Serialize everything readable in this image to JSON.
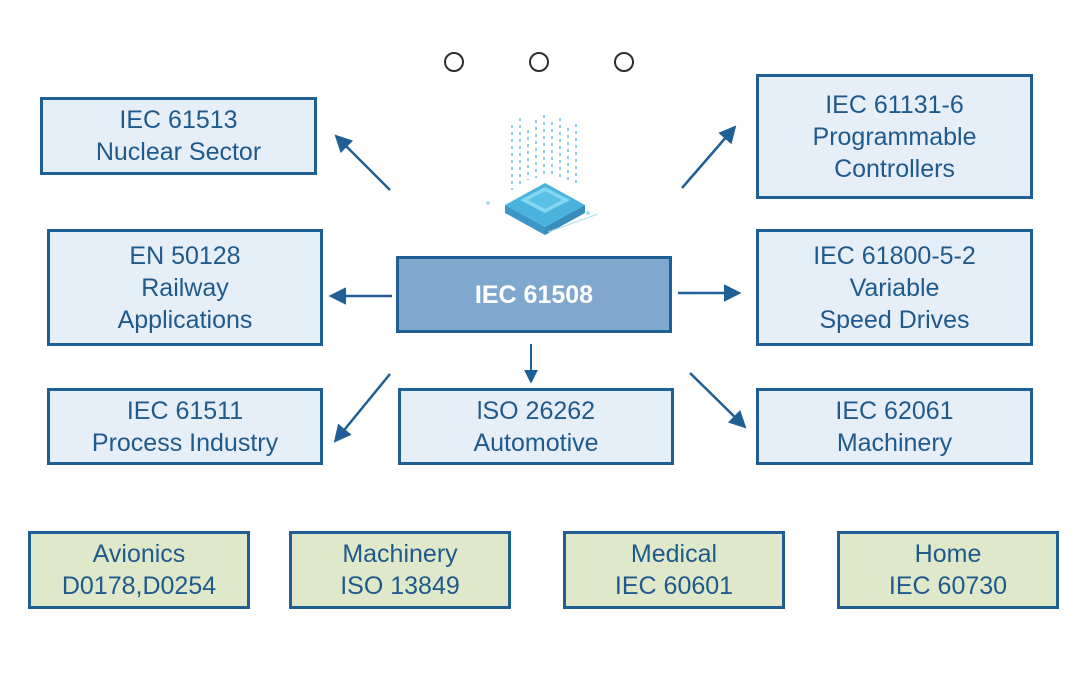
{
  "center": {
    "label": "IEC 61508"
  },
  "standards": [
    {
      "id": "nuclear",
      "line1": "IEC 61513",
      "line2": "Nuclear Sector"
    },
    {
      "id": "programmable",
      "line1": "IEC 61131-6",
      "line2": "Programmable",
      "line3": "Controllers"
    },
    {
      "id": "railway",
      "line1": "EN 50128",
      "line2": "Railway",
      "line3": "Applications"
    },
    {
      "id": "drives",
      "line1": "IEC 61800-5-2",
      "line2": "Variable",
      "line3": "Speed Drives"
    },
    {
      "id": "process",
      "line1": "IEC 61511",
      "line2": "Process Industry"
    },
    {
      "id": "automotive",
      "line1": "lSO 26262",
      "line2": "Automotive"
    },
    {
      "id": "machinery",
      "line1": "IEC 62061",
      "line2": "Machinery"
    }
  ],
  "related": [
    {
      "id": "avionics",
      "line1": "Avionics",
      "line2": "D0178,D0254"
    },
    {
      "id": "machinery-iso",
      "line1": "Machinery",
      "line2": "ISO 13849"
    },
    {
      "id": "medical",
      "line1": "Medical",
      "line2": "IEC 60601"
    },
    {
      "id": "home",
      "line1": "Home",
      "line2": "IEC 60730"
    }
  ],
  "colors": {
    "border": "#1e5f96",
    "box_fill": "#e6eef7",
    "center_fill": "#80a8cf",
    "related_fill": "#dfe9c9",
    "arrow": "#1e5f96"
  },
  "icons": [
    "circle-icon",
    "circle-icon",
    "circle-icon",
    "chip-icon"
  ]
}
